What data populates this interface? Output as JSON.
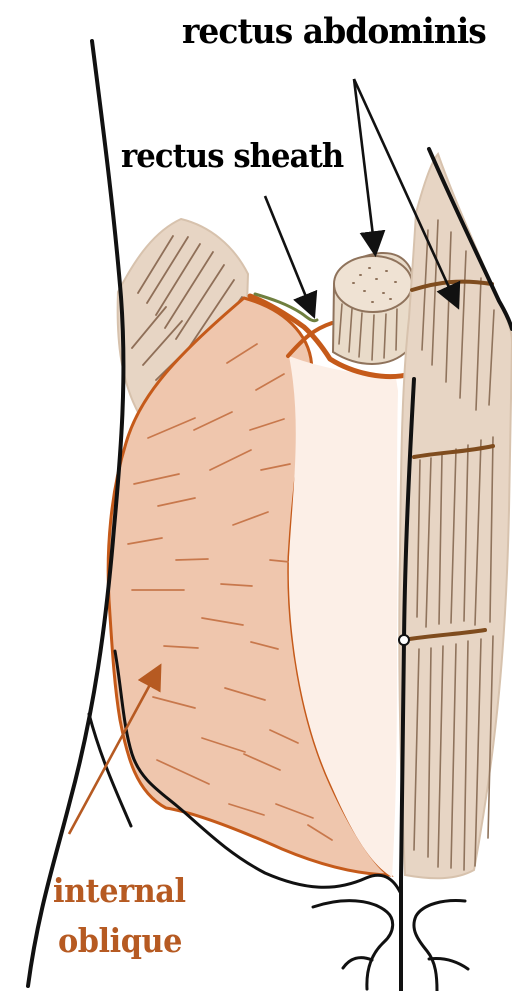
{
  "labels": {
    "rectus_abdominis": "rectus abdominis",
    "rectus_sheath": "rectus sheath",
    "internal_oblique_line1": "internal",
    "internal_oblique_line2": "oblique"
  },
  "colors": {
    "background": "#ffffff",
    "outline": "#111111",
    "label_text": "#000000",
    "oblique_label_text": "#b65a22",
    "internal_oblique_fill": "#efc6ad",
    "internal_oblique_fiber": "#c8784c",
    "sheath_edge": "#c55a1a",
    "sheath_inner_fill": "#fcefe7",
    "muscle_fill": "#e7d5c4",
    "muscle_fiber": "#9a775c",
    "green_edge": "#6f7f3f"
  }
}
